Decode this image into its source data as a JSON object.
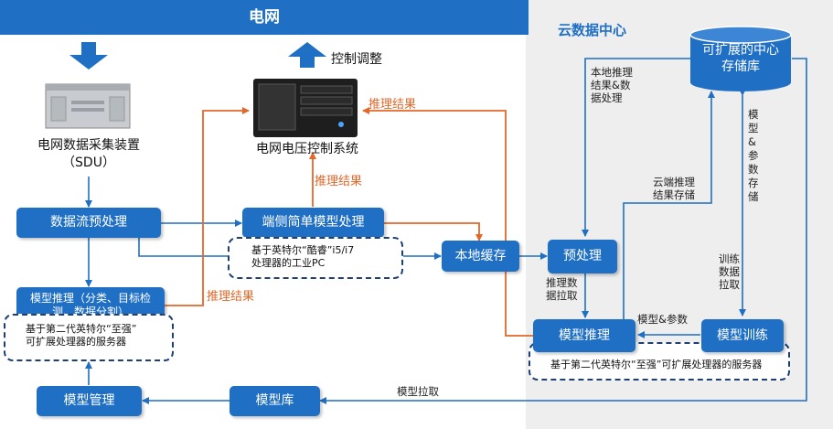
{
  "header": {
    "title": "电网"
  },
  "cloud": {
    "title": "云数据中心"
  },
  "labels": {
    "control_adjust": "控制调整",
    "sdu_caption_1": "电网数据采集装置",
    "sdu_caption_2": "（SDU）",
    "pc_caption": "电网电压控制系统",
    "infer_result_top": "推理结果",
    "infer_result_mid": "推理结果",
    "infer_result_left": "推理结果",
    "local_infer": "本地推理\n结果&数\n据处理",
    "cloud_infer_store": "云端推理\n结果存储",
    "model_param_store": "模\n型\n&\n参\n数\n存\n储",
    "train_pull": "训练\n数据\n拉取",
    "infer_pull": "推理数\n据拉取",
    "model_param": "模型&参数",
    "model_pull": "模型拉取"
  },
  "boxes": {
    "data_preprocess": "数据流预处理",
    "edge_simple_model": "端侧简单模型处理",
    "model_inference_left": "模型推理（分类、目标检测、数据分割）",
    "model_management": "模型管理",
    "model_library": "模型库",
    "local_cache": "本地缓存",
    "preprocess": "预处理",
    "model_inference_cloud": "模型推理",
    "model_training": "模型训练",
    "storage": "可扩展的中心\n存储库"
  },
  "notes": {
    "edge_pc": "基于英特尔“酷睿”i5/i7\n处理器的工业PC",
    "xeon_left": "基于第二代英特尔“至强”\n可扩展处理器的服务器",
    "xeon_right": "基于第二代英特尔“至强”可扩展处理器的服务器"
  },
  "colors": {
    "blue": "#1f6fc4",
    "orange": "#e2682a",
    "dash": "#1d3f73",
    "cloud_bg": "#eeeeee"
  }
}
